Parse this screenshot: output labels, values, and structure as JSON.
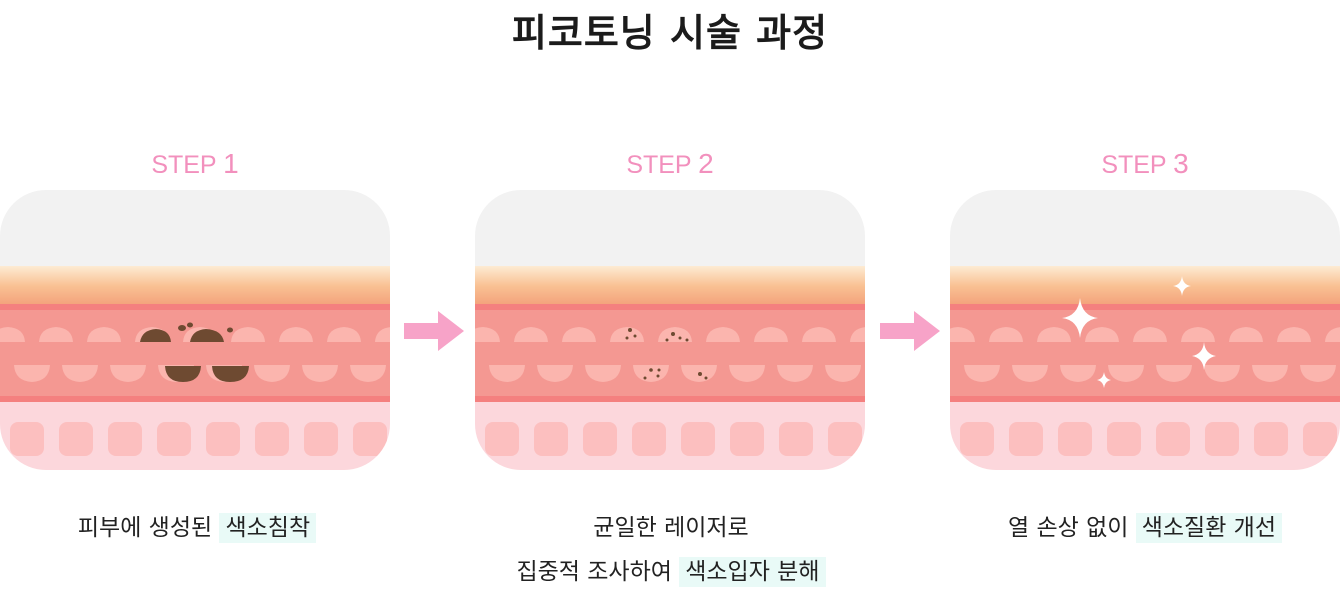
{
  "title": "피코토닝 시술 과정",
  "colors": {
    "step_label": "#f290bd",
    "arrow": "#f7a3c8",
    "highlight_bg": "#e9faf7",
    "skin_top": "#f2f2f2",
    "epidermis": "#f9c193",
    "dermis": "#f49892",
    "subcutis": "#fcd7dc",
    "pigment": "#6e4a31"
  },
  "steps": [
    {
      "label_prefix": "STEP ",
      "number": "1",
      "caption_lines": [
        {
          "text": "피부에 생성된 ",
          "highlight": "색소침착"
        }
      ]
    },
    {
      "label_prefix": "STEP ",
      "number": "2",
      "caption_lines": [
        {
          "text": "균일한 레이저로",
          "highlight": ""
        },
        {
          "text": "집중적 조사하여 ",
          "highlight": "색소입자 분해"
        }
      ]
    },
    {
      "label_prefix": "STEP ",
      "number": "3",
      "caption_lines": [
        {
          "text": "열 손상 없이 ",
          "highlight": "색소질환 개선"
        }
      ]
    }
  ],
  "icons": [
    "pigment-spot-icon",
    "broken-pigment-icon",
    "sparkle-icon",
    "arrow-right-icon"
  ]
}
